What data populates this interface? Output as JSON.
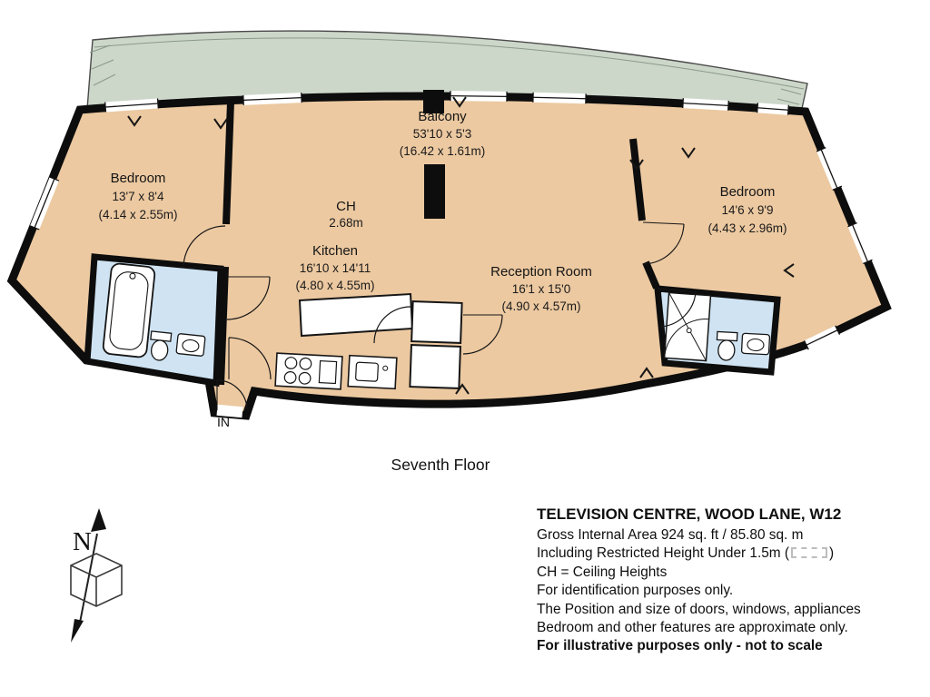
{
  "plan": {
    "floor_label": "Seventh Floor",
    "entrance_label": "IN",
    "compass_label": "N",
    "rooms": {
      "balcony": {
        "name": "Balcony",
        "imperial": "53'10 x 5'3",
        "metric": "(16.42 x 1.61m)"
      },
      "bedroom_left": {
        "name": "Bedroom",
        "imperial": "13'7 x 8'4",
        "metric": "(4.14 x 2.55m)"
      },
      "ceiling": {
        "label": "CH",
        "value": "2.68m"
      },
      "kitchen": {
        "name": "Kitchen",
        "imperial": "16'10 x 14'11",
        "metric": "(4.80 x 4.55m)"
      },
      "reception": {
        "name": "Reception Room",
        "imperial": "16'1 x 15'0",
        "metric": "(4.90 x 4.57m)"
      },
      "bedroom_right": {
        "name": "Bedroom",
        "imperial": "14'6 x 9'9",
        "metric": "(4.43 x 2.96m)"
      }
    }
  },
  "info": {
    "title": "TELEVISION CENTRE, WOOD LANE, W12",
    "area_line": "Gross Internal Area 924 sq. ft / 85.80 sq. m",
    "restricted_prefix": "Including Restricted Height Under 1.5m (",
    "restricted_suffix": ")",
    "ch_line": "CH = Ceiling Heights",
    "purpose_line": "For identification purposes only.",
    "disclaimer_line1": "The Position and size of doors, windows, appliances",
    "disclaimer_line2": "Bedroom and other features are approximate only.",
    "scale_line": "For illustrative purposes only - not to scale"
  },
  "colors": {
    "room": "#ecc9a1",
    "balcony": "#ccd7c9",
    "bathroom": "#cfe3f2",
    "wall": "#0d0d0d"
  }
}
